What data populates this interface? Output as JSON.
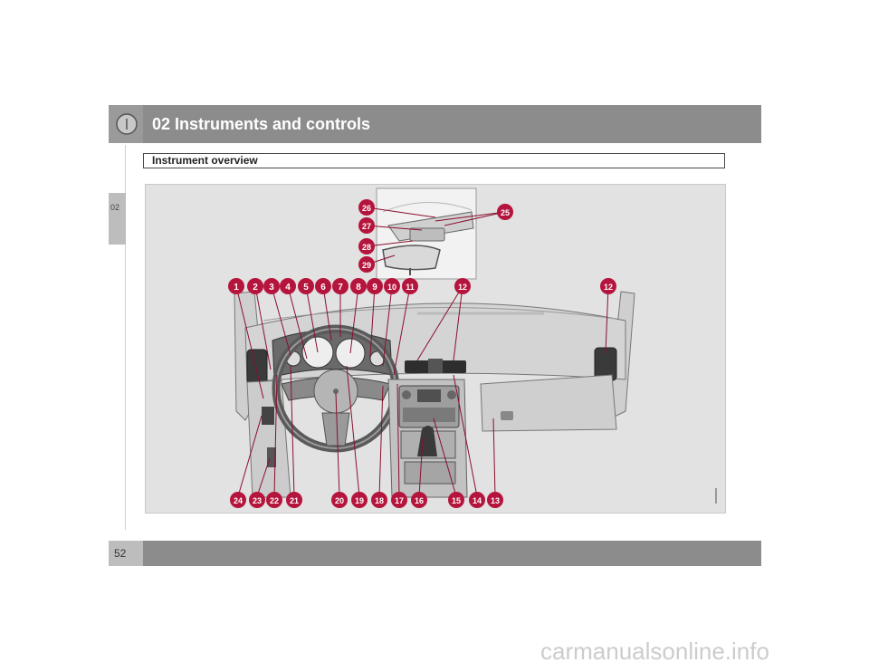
{
  "header": {
    "chapter_title": "02 Instruments and controls",
    "section_title": "Instrument overview"
  },
  "side_tab": {
    "label": "02"
  },
  "figure": {
    "callouts": [
      "1",
      "2",
      "3",
      "4",
      "5",
      "6",
      "7",
      "8",
      "9",
      "10",
      "11",
      "12",
      "12",
      "13",
      "14",
      "15",
      "16",
      "17",
      "18",
      "19",
      "20",
      "21",
      "22",
      "23",
      "24",
      "25",
      "26",
      "27",
      "28",
      "29"
    ]
  },
  "footer": {
    "page_number": "52"
  },
  "watermark": "carmanualsonline.info",
  "colors": {
    "header": "#8c8c8c",
    "callout": "#b5143c",
    "figure_bg": "#e2e2e2"
  },
  "icons": [
    "info-circle-icon"
  ]
}
